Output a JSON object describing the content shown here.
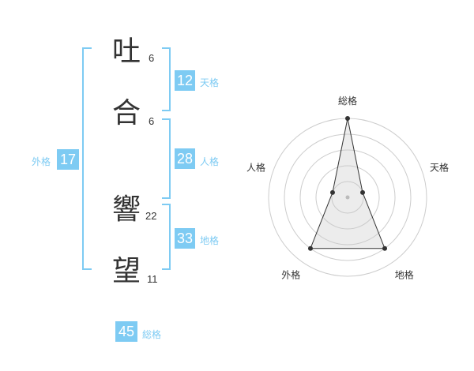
{
  "name": {
    "chars": [
      {
        "char": "吐",
        "strokes": "6"
      },
      {
        "char": "合",
        "strokes": "6"
      },
      {
        "char": "響",
        "strokes": "22"
      },
      {
        "char": "望",
        "strokes": "11"
      }
    ]
  },
  "scores": {
    "tenkaku": {
      "value": "12",
      "label": "天格"
    },
    "jinkaku": {
      "value": "28",
      "label": "人格"
    },
    "chikaku": {
      "value": "33",
      "label": "地格"
    },
    "gaikaku": {
      "value": "17",
      "label": "外格"
    },
    "soukaku": {
      "value": "45",
      "label": "総格"
    }
  },
  "colors": {
    "accent": "#7ecbf3",
    "text": "#333333",
    "grid": "#cccccc"
  },
  "chart_data": {
    "type": "radar",
    "axes": [
      "総格",
      "天格",
      "地格",
      "外格",
      "人格"
    ],
    "values": [
      5,
      1,
      4,
      4,
      1
    ],
    "scale_max": 5,
    "rings": 5
  }
}
